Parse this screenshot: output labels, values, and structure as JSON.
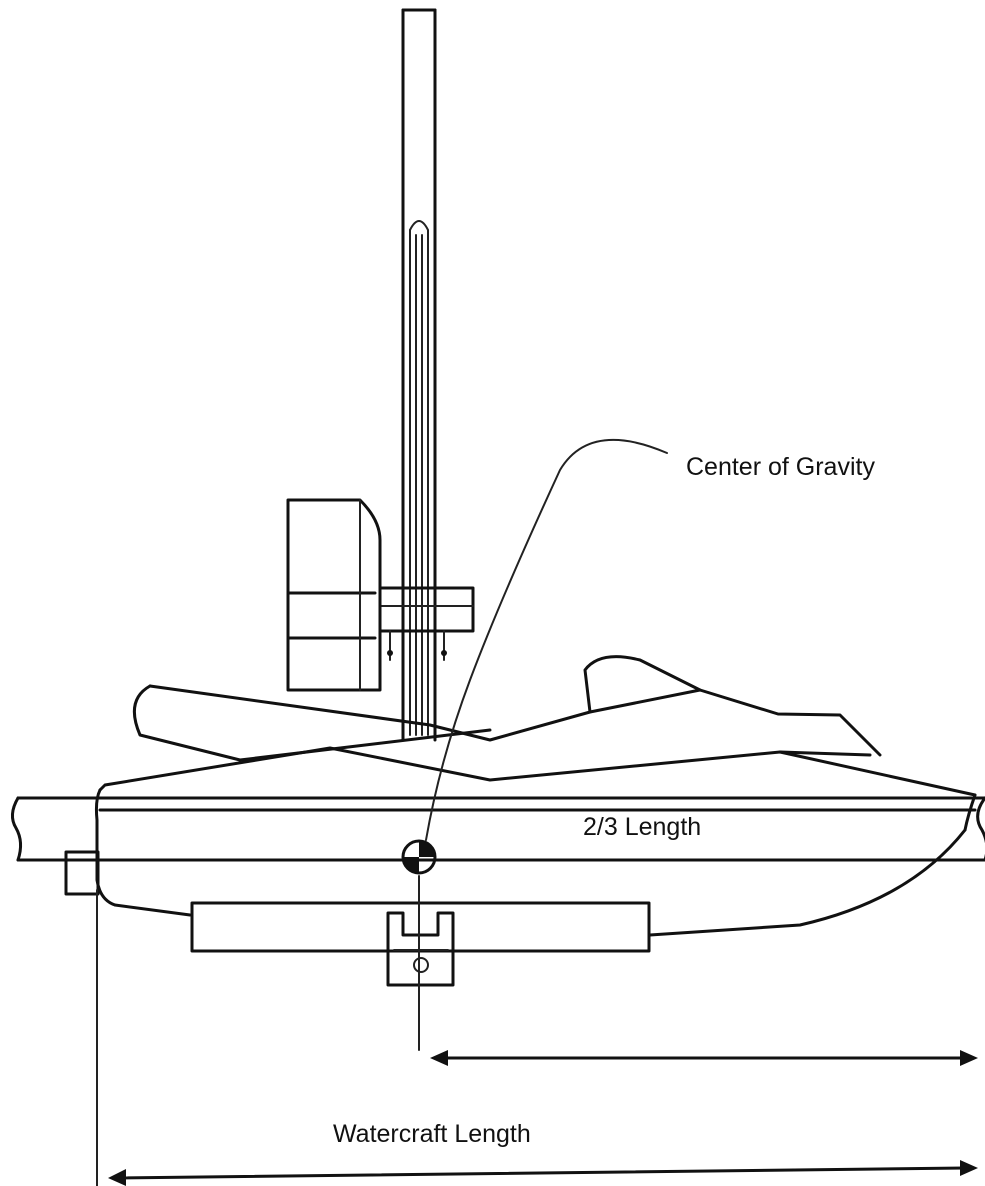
{
  "labels": {
    "center_of_gravity": "Center of Gravity",
    "two_thirds_length": "2/3 Length",
    "watercraft_length": "Watercraft Length"
  },
  "colors": {
    "ink": "#111111",
    "background": "#ffffff"
  }
}
